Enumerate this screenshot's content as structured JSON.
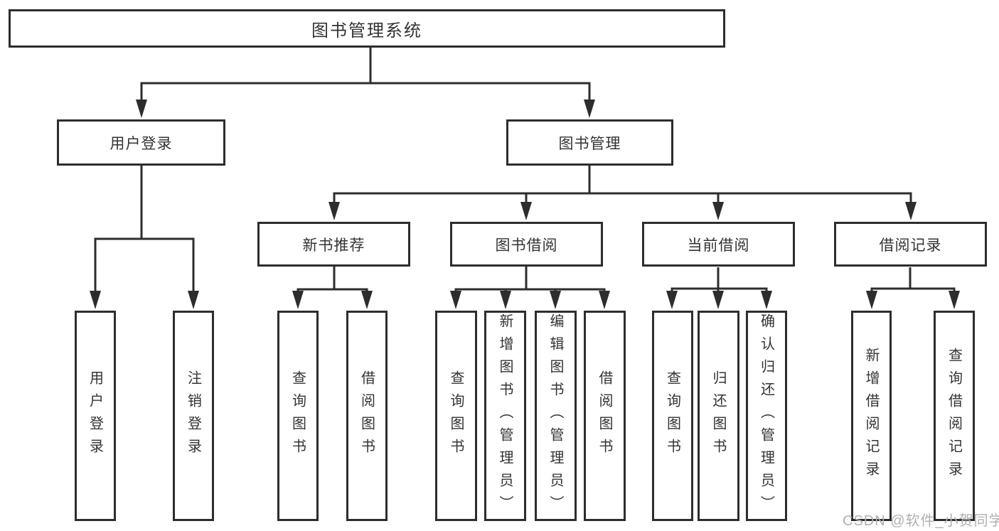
{
  "tree": {
    "root": "图书管理系统",
    "branches": [
      {
        "label": "用户登录",
        "children": [
          "用户登录",
          "注销登录"
        ]
      },
      {
        "label": "图书管理",
        "groups": [
          {
            "label": "新书推荐",
            "children": [
              "查询图书",
              "借阅图书"
            ]
          },
          {
            "label": "图书借阅",
            "children": [
              "查询图书",
              "新增图书（管理员）",
              "编辑图书（管理员）",
              "借阅图书"
            ]
          },
          {
            "label": "当前借阅",
            "children": [
              "查询图书",
              "归还图书",
              "确认归还（管理员）"
            ]
          },
          {
            "label": "借阅记录",
            "children": [
              "新增借阅记录",
              "查询借阅记录"
            ]
          }
        ]
      }
    ]
  },
  "watermark": {
    "text": "CSDN @软件_小贺同学"
  },
  "colors": {
    "line": "#2d2d2d",
    "text": "#333333",
    "watermark": "#b0b0b0",
    "background": "#ffffff"
  }
}
